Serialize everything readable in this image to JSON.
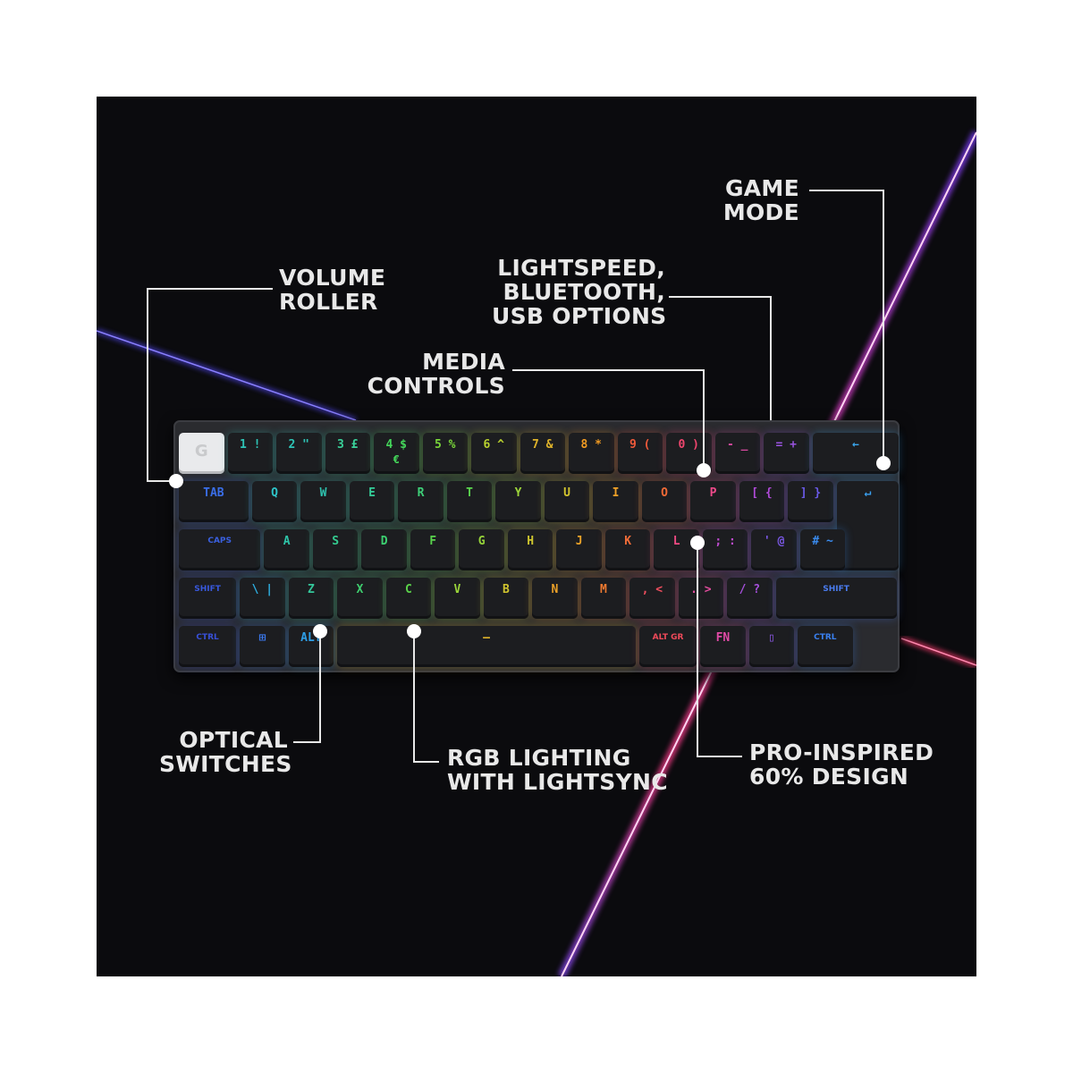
{
  "callouts": {
    "game_mode": [
      "GAME",
      "MODE"
    ],
    "lightspeed": [
      "LIGHTSPEED,",
      "BLUETOOTH,",
      "USB OPTIONS"
    ],
    "volume_roller": [
      "VOLUME",
      "ROLLER"
    ],
    "media_controls": [
      "MEDIA",
      "CONTROLS"
    ],
    "optical_switches": [
      "OPTICAL",
      "SWITCHES"
    ],
    "rgb_lighting": [
      "RGB LIGHTING",
      "WITH LIGHTSYNC"
    ],
    "pro_inspired": [
      "PRO-INSPIRED",
      "60% DESIGN"
    ]
  },
  "keyboard": {
    "logo_key": "G",
    "rows": [
      [
        {
          "label": "1 !",
          "color": "#2ec4b6"
        },
        {
          "label": "2 \"",
          "color": "#2ec4b6"
        },
        {
          "label": "3 £",
          "color": "#3ad19a"
        },
        {
          "label": "4 $",
          "sub": "€",
          "color": "#44d65a"
        },
        {
          "label": "5 %",
          "color": "#7ad83a"
        },
        {
          "label": "6 ^",
          "color": "#b9d12e"
        },
        {
          "label": "7 &",
          "color": "#e0b42a"
        },
        {
          "label": "8 *",
          "color": "#f09a22"
        },
        {
          "label": "9 (",
          "color": "#f05a3a"
        },
        {
          "label": "0 )",
          "color": "#f0466e"
        },
        {
          "label": "- _",
          "color": "#d84aa0"
        },
        {
          "label": "= +",
          "color": "#9a54e0"
        },
        {
          "label": "←",
          "color": "#3aa8f0"
        }
      ],
      [
        {
          "label": "TAB",
          "color": "#3a6ee8"
        },
        {
          "label": "Q",
          "color": "#2ec4c8"
        },
        {
          "label": "W",
          "color": "#2ec4b0"
        },
        {
          "label": "E",
          "color": "#34cd98"
        },
        {
          "label": "R",
          "color": "#3ed078"
        },
        {
          "label": "T",
          "color": "#5ad44e"
        },
        {
          "label": "Y",
          "color": "#9cd43a"
        },
        {
          "label": "U",
          "color": "#d2c42e"
        },
        {
          "label": "I",
          "color": "#eea028"
        },
        {
          "label": "O",
          "color": "#f06a36"
        },
        {
          "label": "P",
          "color": "#ee4a8a"
        },
        {
          "label": "[ {",
          "color": "#b04ad8"
        },
        {
          "label": "] }",
          "color": "#6a5ae8"
        },
        {
          "label": "↵",
          "color": "#3aa0f0"
        }
      ],
      [
        {
          "label": "CAPS",
          "color": "#3a60e0"
        },
        {
          "label": "A",
          "color": "#2ec4a8"
        },
        {
          "label": "S",
          "color": "#34cb90"
        },
        {
          "label": "D",
          "color": "#3ccf70"
        },
        {
          "label": "F",
          "color": "#58d24c"
        },
        {
          "label": "G",
          "color": "#96d43a"
        },
        {
          "label": "H",
          "color": "#cec62e"
        },
        {
          "label": "J",
          "color": "#eaa228"
        },
        {
          "label": "K",
          "color": "#f06c38"
        },
        {
          "label": "L",
          "color": "#ee4a82"
        },
        {
          "label": "; :",
          "color": "#c04cd0"
        },
        {
          "label": "' @",
          "color": "#7a58e6"
        },
        {
          "label": "# ~",
          "color": "#3a8cf0"
        }
      ],
      [
        {
          "label": "SHIFT",
          "color": "#3858dc"
        },
        {
          "label": "\\ |",
          "color": "#2eaee0"
        },
        {
          "label": "Z",
          "color": "#34c69a"
        },
        {
          "label": "X",
          "color": "#3ecd6e"
        },
        {
          "label": "C",
          "color": "#5ad24a"
        },
        {
          "label": "V",
          "color": "#9ad43a"
        },
        {
          "label": "B",
          "color": "#d0c42e"
        },
        {
          "label": "N",
          "color": "#eaa028"
        },
        {
          "label": "M",
          "color": "#f07a30"
        },
        {
          "label": ", <",
          "color": "#f04e5e"
        },
        {
          "label": ". >",
          "color": "#e04c9c"
        },
        {
          "label": "/ ?",
          "color": "#a650dc"
        },
        {
          "label": "SHIFT",
          "color": "#4a7cf0"
        }
      ],
      [
        {
          "label": "CTRL",
          "color": "#3850d8"
        },
        {
          "label": "⊞",
          "color": "#3a78ec"
        },
        {
          "label": "ALT",
          "color": "#2e9ee6"
        },
        {
          "label": "—",
          "color": "#e0b42a"
        },
        {
          "label": "ALT GR",
          "color": "#f04a5a"
        },
        {
          "label": "FN",
          "color": "#e04aa6"
        },
        {
          "label": "▯",
          "color": "#8a58e4"
        },
        {
          "label": "CTRL",
          "color": "#3a80f0"
        }
      ]
    ]
  }
}
